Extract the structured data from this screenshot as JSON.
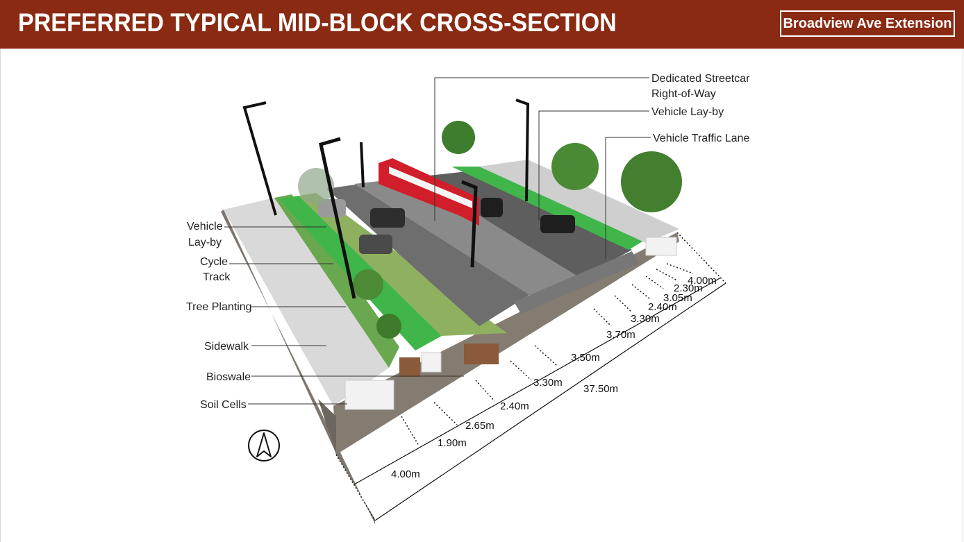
{
  "header": {
    "title": "PREFERRED TYPICAL MID-BLOCK CROSS-SECTION",
    "badge": "Broadview Ave Extension"
  },
  "labels": {
    "dedicated_streetcar_line1": "Dedicated Streetcar",
    "dedicated_streetcar_line2": "Right-of-Way",
    "vehicle_layby_right": "Vehicle Lay-by",
    "vehicle_traffic_lane": "Vehicle Traffic Lane",
    "vehicle_layby_left_line1": "Vehicle",
    "vehicle_layby_left_line2": "Lay-by",
    "cycle_track_line1": "Cycle",
    "cycle_track_line2": "Track",
    "tree_planting": "Tree Planting",
    "sidewalk": "Sidewalk",
    "bioswale": "Bioswale",
    "soil_cells": "Soil Cells"
  },
  "dimensions": {
    "segments": [
      "4.00m",
      "1.90m",
      "2.65m",
      "2.40m",
      "3.30m",
      "3.50m",
      "3.70m",
      "3.30m",
      "2.40m",
      "3.05m",
      "2.30m",
      "4.00m"
    ],
    "total": "37.50m"
  },
  "colors": {
    "header_bg": "#8a2a12",
    "cycle_track": "#3fb54a",
    "streetcar": "#d01f2a",
    "roadway": "#6e6e6e",
    "sidewalk": "#d9d9d9",
    "soil": "#8b8278"
  },
  "icons": {
    "north_arrow": "north-arrow-icon"
  }
}
